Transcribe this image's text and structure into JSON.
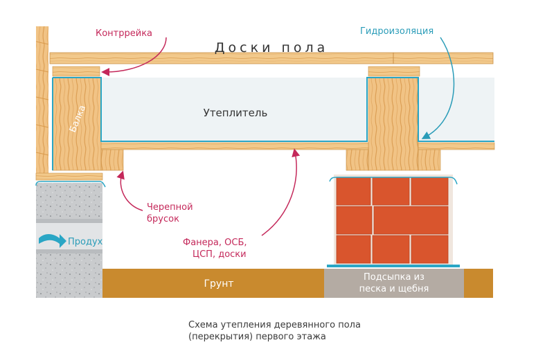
{
  "diagram": {
    "labels": {
      "floor_boards": "Доски пола",
      "counter_batten": "Контррейка",
      "waterproofing": "Гидроизоляция",
      "insulation": "Утеплитель",
      "beam": "Балка",
      "cranial_bar_line1": "Черепной",
      "cranial_bar_line2": "брусок",
      "subfloor_line1": "Фанера, ОСБ,",
      "subfloor_line2": "ЦСП, доски",
      "vent": "Продух",
      "ground": "Грунт",
      "bedding_line1": "Подсыпка из",
      "bedding_line2": "песка и щебня"
    },
    "caption_line1": "Схема утепления деревянного пола",
    "caption_line2": "(перекрытия) первого этажа"
  },
  "colors": {
    "wood_light": "#f2c98b",
    "wood_grain": "#e0a860",
    "wood_dark": "#d99a4c",
    "ground": "#c98a2e",
    "gravel": "#b4aba3",
    "brick": "#d9552d",
    "mortar": "#f0e6de",
    "concrete": "#c4c6c8",
    "insulation": "#eef3f5",
    "membrane": "#2aa6c5",
    "pink_label": "#c4285a",
    "teal_label": "#2a9cb8",
    "text_dark": "#333333"
  }
}
